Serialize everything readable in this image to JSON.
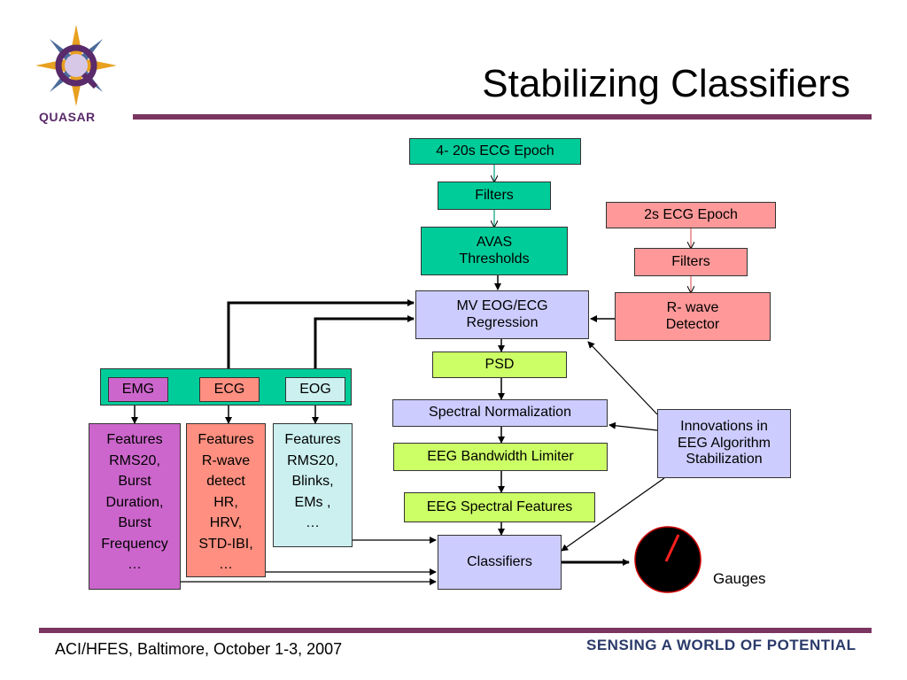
{
  "slide": {
    "title": "Stabilizing Classifiers",
    "logo_text": "QUASAR",
    "footer_left": "ACI/HFES, Baltimore, October 1-3, 2007",
    "footer_right": "SENSING A WORLD OF POTENTIAL",
    "colors": {
      "rule": "#7a3560",
      "green": "#00cc99",
      "lime": "#ccff66",
      "pink": "#ff9999",
      "lavender": "#ccccff"
    }
  },
  "diagram": {
    "ecg_epoch_4_20": "4- 20s ECG Epoch",
    "filters_1": "Filters",
    "avas_line1": "AVAS",
    "avas_line2": "Thresholds",
    "ecg_epoch_2": "2s ECG Epoch",
    "filters_2": "Filters",
    "rwave_line1": "R- wave",
    "rwave_line2": "Detector",
    "regression_line1": "MV EOG/ECG",
    "regression_line2": "Regression",
    "psd": "PSD",
    "spectral_norm": "Spectral Normalization",
    "bandwidth_limiter": "EEG Bandwidth Limiter",
    "spectral_features": "EEG Spectral Features",
    "classifiers": "Classifiers",
    "innovations_line1": "Innovations in",
    "innovations_line2": "EEG Algorithm",
    "innovations_line3": "Stabilization",
    "emg": "EMG",
    "ecg": "ECG",
    "eog": "EOG",
    "emg_features": [
      "Features",
      "RMS20,",
      "Burst",
      "Duration,",
      "Burst",
      "Frequency",
      "…"
    ],
    "ecg_features": [
      "Features",
      "R-wave",
      "detect",
      "HR,",
      "HRV,",
      "STD-IBI,",
      "…"
    ],
    "eog_features": [
      "Features",
      "RMS20,",
      "Blinks,",
      "EMs ,",
      "…"
    ],
    "gauges": "Gauges"
  }
}
